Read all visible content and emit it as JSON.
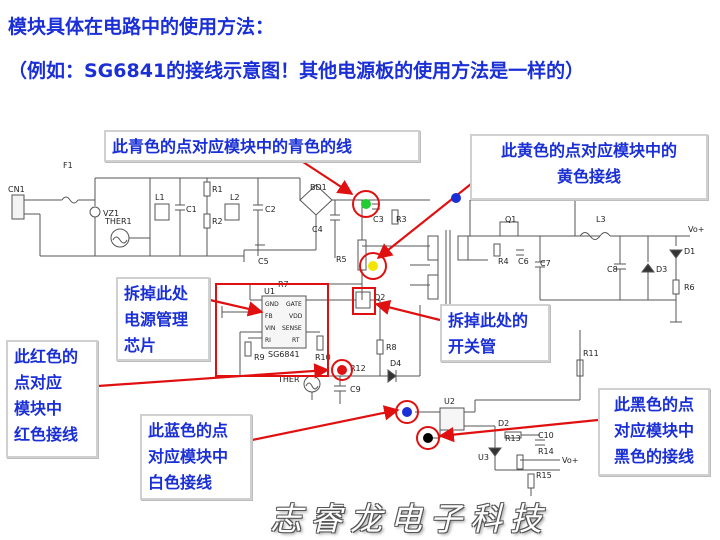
{
  "heading": {
    "line1": "模块具体在电路中的使用方法：",
    "line2": "（例如：SG6841的接线示意图！其他电源板的使用方法是一样的）"
  },
  "callouts": {
    "cyan": [
      "此青色的点对应模块中的青色的线"
    ],
    "yellow": [
      "此黄色的点对应模块中的",
      "黄色接线"
    ],
    "chip": [
      "拆掉此处",
      "电源管理",
      "芯片"
    ],
    "switch": [
      "拆掉此处的",
      "开关管"
    ],
    "red": [
      "此红色的",
      "点对应",
      "模块中",
      "红色接线"
    ],
    "blue": [
      "此蓝色的点",
      "对应模块中",
      "白色接线"
    ],
    "black": [
      "此黑色的点",
      "对应模块中",
      "黑色的接线"
    ]
  },
  "components": {
    "cn1": "CN1",
    "f1": "F1",
    "vz1": "VZ1",
    "ther1": "THER1",
    "l1": "L1",
    "c1": "C1",
    "r1": "R1",
    "r2": "R2",
    "l2": "L2",
    "c2": "C2",
    "bd1": "BD1",
    "c3": "C3",
    "r3": "R3",
    "c4": "C4",
    "c5": "C5",
    "r5": "R5",
    "r7": "R7",
    "u1": "U1",
    "sg6841": "SG6841",
    "r9": "R9",
    "r10": "R10",
    "ther": "THER",
    "r12": "R12",
    "c9": "C9",
    "d4": "D4",
    "r8": "R8",
    "q2": "Q2",
    "q1": "Q1",
    "r4": "R4",
    "c6": "C6",
    "c7": "C7",
    "l3": "L3",
    "vo_plus_top": "Vo+",
    "c8": "C8",
    "d3": "D3",
    "d1": "D1",
    "r6": "R6",
    "r11": "R11",
    "u2": "U2",
    "r13": "R13",
    "c10": "C10",
    "u3": "U3",
    "r14": "R14",
    "vo_plus_bottom": "Vo+",
    "r15": "R15",
    "d2": "D2",
    "u1_gnd": "GND",
    "u1_gate": "GATE",
    "u1_fb": "FB",
    "u1_vdd": "VDD",
    "u1_vin": "VIN",
    "u1_sense": "SENSE",
    "u1_ri": "RI",
    "u1_rt": "RT"
  },
  "brand": "志睿龙电子科技",
  "colors": {
    "heading_text": "#1a2fd6",
    "arrow": "#e01010",
    "dot_cyan": "#22cc33",
    "dot_yellow": "#f2e600",
    "dot_red": "#e01010",
    "dot_blue": "#1a2fd6",
    "dot_black": "#000000"
  }
}
